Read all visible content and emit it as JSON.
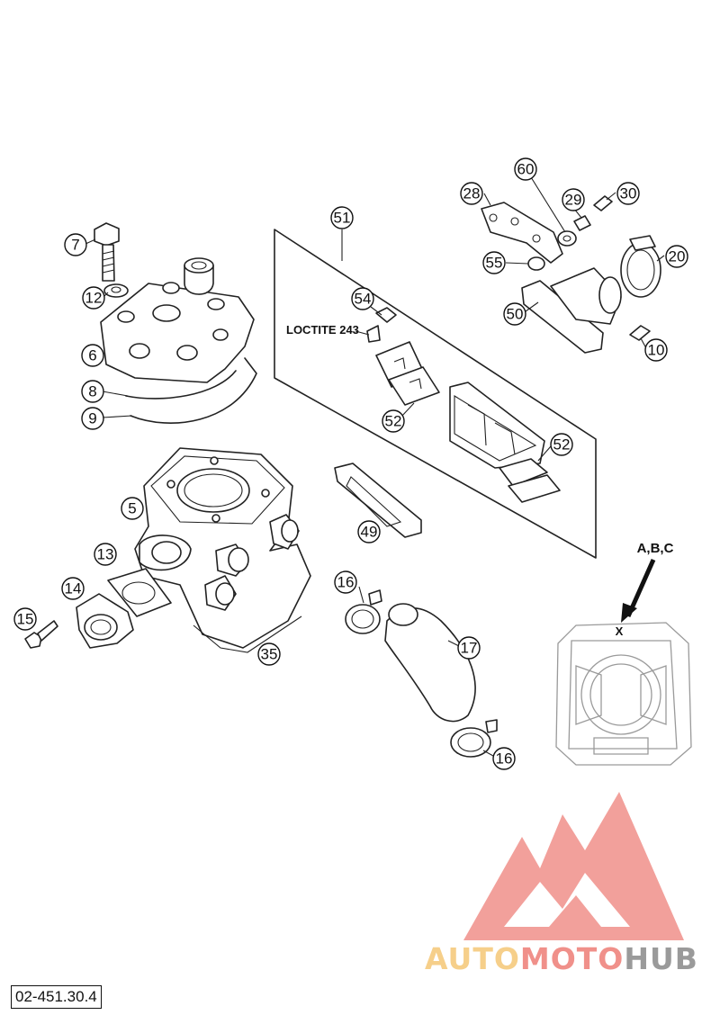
{
  "drawing_number": "02-451.30.4",
  "note_loctite": "LOCTITE 243",
  "variants_label": "A,B,C",
  "variant_mark": "X",
  "watermark": {
    "part1": "AUTO",
    "part2": "MOTO",
    "part3": "HUB",
    "color_light": "#f6cf8a",
    "color_red": "#f0908a",
    "color_gray": "#9a9a9a"
  },
  "callouts": {
    "c7": "7",
    "c12": "12",
    "c6": "6",
    "c8": "8",
    "c9": "9",
    "c5": "5",
    "c13": "13",
    "c14": "14",
    "c15": "15",
    "c35": "35",
    "c51": "51",
    "c54": "54",
    "c52a": "52",
    "c52b": "52",
    "c49": "49",
    "c16a": "16",
    "c17": "17",
    "c16b": "16",
    "c28": "28",
    "c60": "60",
    "c29": "29",
    "c30": "30",
    "c55": "55",
    "c20": "20",
    "c50": "50",
    "c10": "10"
  }
}
